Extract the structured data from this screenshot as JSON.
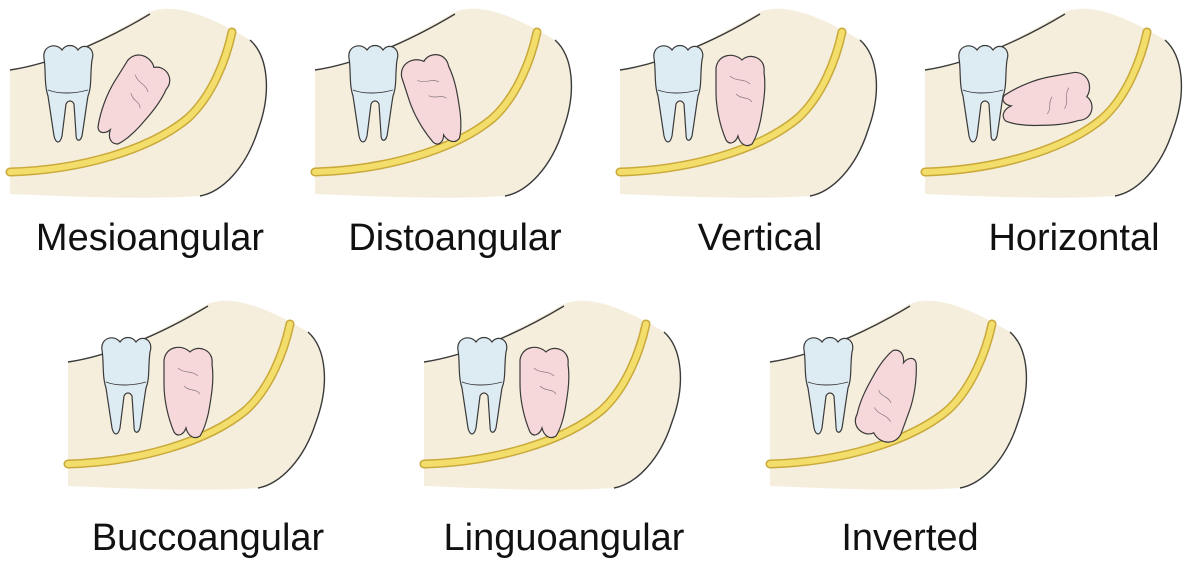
{
  "colors": {
    "bone": "#F5EEDC",
    "outline": "#3A3A3A",
    "nerve_fill": "#F3DD6B",
    "nerve_edge": "#C9A93A",
    "molar_fill": "#DDEBF2",
    "impacted_fill": "#F7D8DA"
  },
  "panels": [
    {
      "caption": "Mesioangular",
      "tilt": 32
    },
    {
      "caption": "Distoangular",
      "tilt": -18
    },
    {
      "caption": "Vertical",
      "tilt": 0
    },
    {
      "caption": "Horizontal",
      "tilt": 80
    },
    {
      "caption": "Buccoangular",
      "tilt": 0
    },
    {
      "caption": "Linguoangular",
      "tilt": 0
    },
    {
      "caption": "Inverted",
      "tilt": 200
    }
  ]
}
